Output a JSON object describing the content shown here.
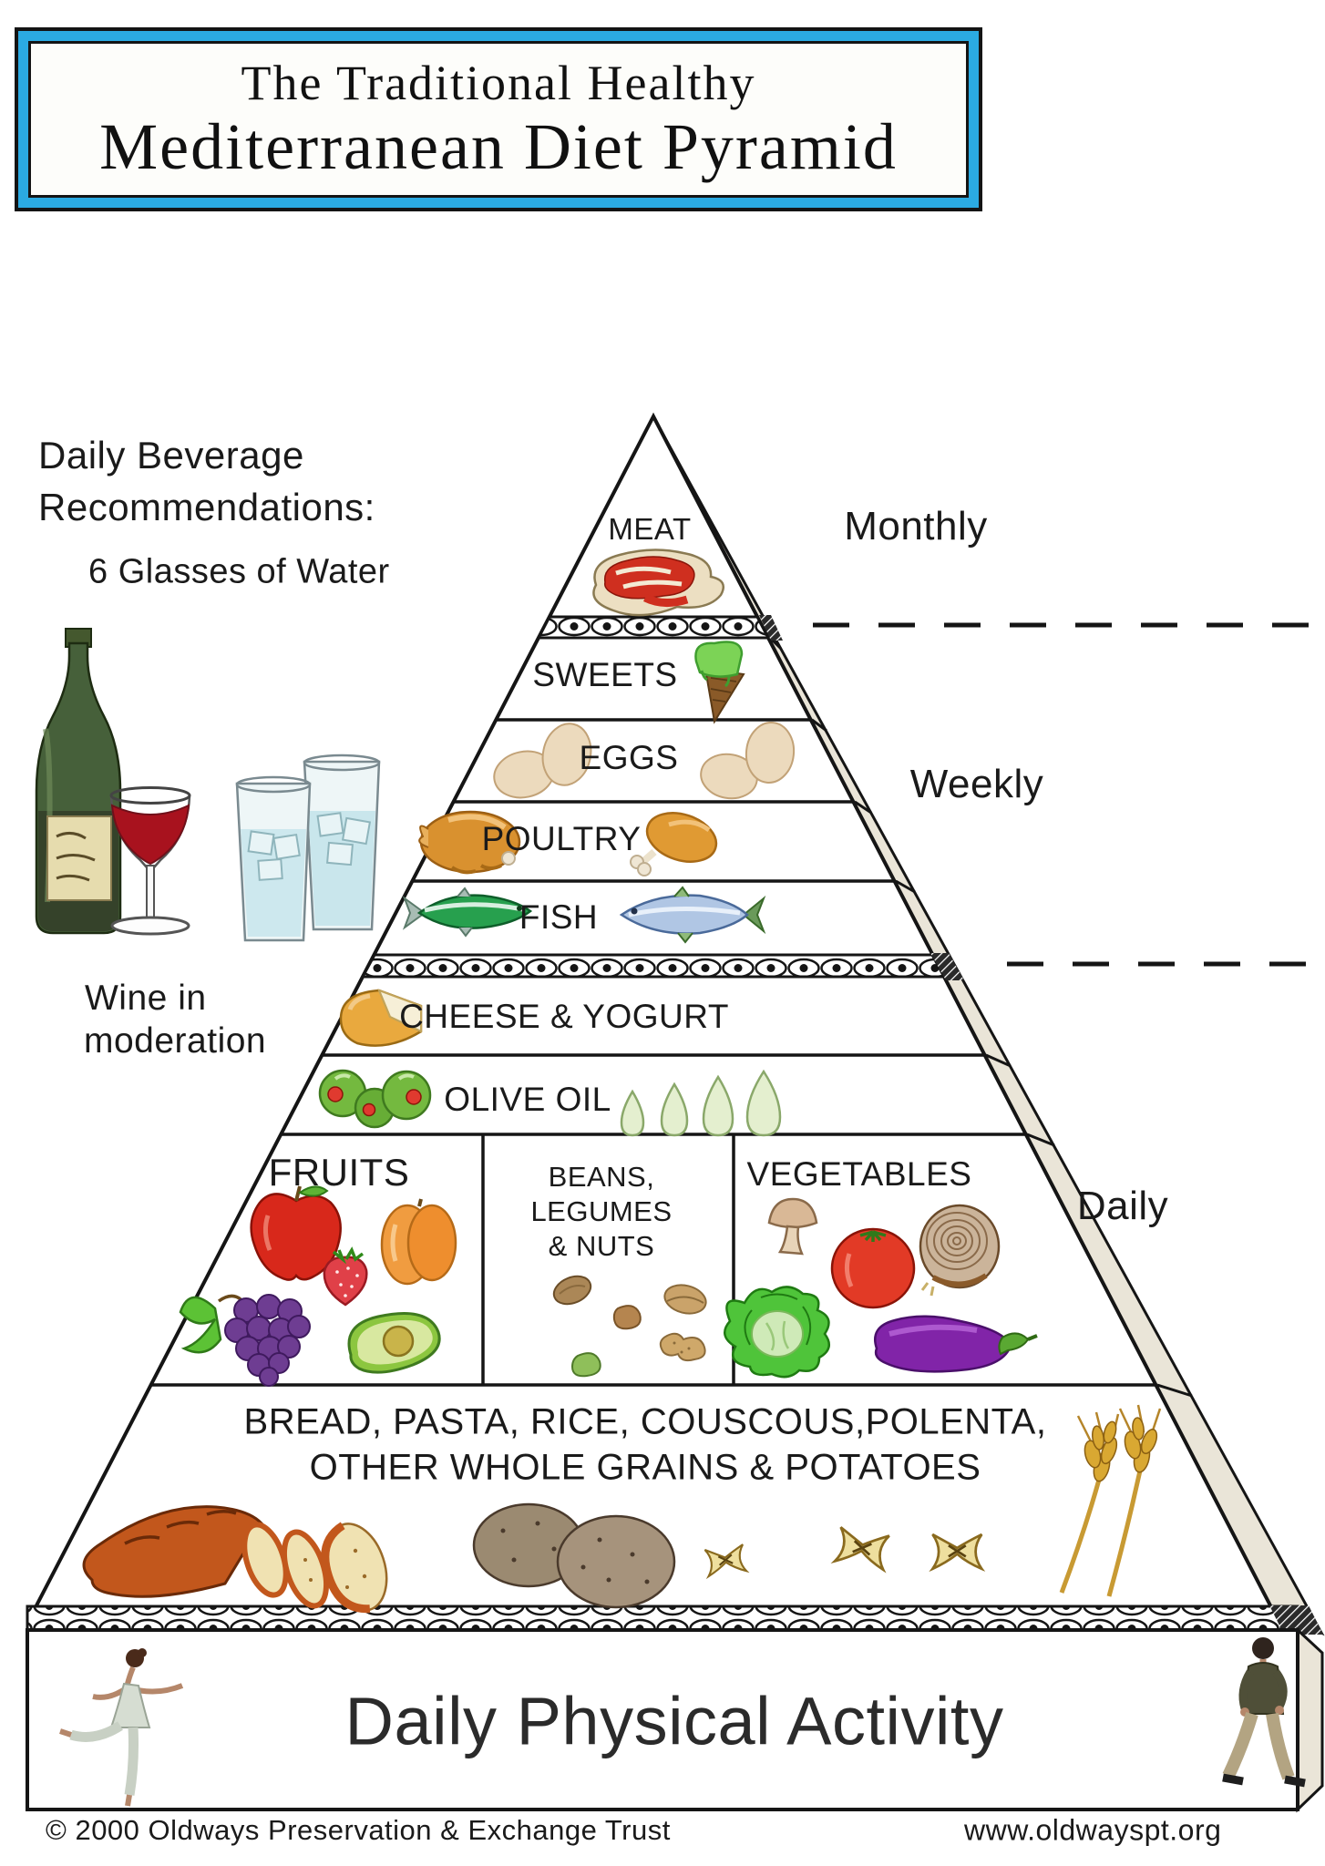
{
  "title": {
    "line1": "The Traditional Healthy",
    "line2": "Mediterranean Diet Pyramid"
  },
  "beverages": {
    "heading_line1": "Daily Beverage",
    "heading_line2": "Recommendations:",
    "water": "6 Glasses of Water",
    "wine_line1": "Wine in",
    "wine_line2": "moderation"
  },
  "frequency": {
    "monthly": "Monthly",
    "weekly": "Weekly",
    "daily": "Daily"
  },
  "pyramid": {
    "meat": "MEAT",
    "sweets": "SWEETS",
    "eggs": "EGGS",
    "poultry": "POULTRY",
    "fish": "FISH",
    "cheese_yogurt": "CHEESE & YOGURT",
    "olive_oil": "OLIVE OIL",
    "fruits": "FRUITS",
    "beans_line1": "BEANS,",
    "beans_line2": "LEGUMES",
    "beans_line3": "& NUTS",
    "vegetables": "VEGETABLES",
    "grains_line1": "BREAD, PASTA, RICE, COUSCOUS,POLENTA,",
    "grains_line2": "OTHER WHOLE GRAINS & POTATOES"
  },
  "activity": {
    "label": "Daily Physical Activity"
  },
  "footer": {
    "copyright": "© 2000 Oldways Preservation & Exchange Trust",
    "website": "www.oldwayspt.org"
  },
  "colors": {
    "title_border_blue": "#2baae2",
    "pyramid_bevel_cream": "#eae5d8",
    "outline_black": "#151515"
  },
  "icons": [
    "wine-bottle-icon",
    "wine-glass-icon",
    "water-glasses-icon",
    "steak-icon",
    "ice-cream-cone-icon",
    "eggs-icon",
    "roast-turkey-icon",
    "drumstick-icon",
    "green-fish-icon",
    "blue-fish-icon",
    "cheese-wheel-icon",
    "olives-icon",
    "oil-drops-icon",
    "apple-icon",
    "strawberry-icon",
    "apricot-icon",
    "grapes-icon",
    "avocado-icon",
    "nuts-icon",
    "mushroom-icon",
    "tomato-icon",
    "onion-icon",
    "cabbage-icon",
    "eggplant-icon",
    "bread-loaf-icon",
    "potatoes-icon",
    "farfalle-pasta-icon",
    "wheat-icon",
    "ballet-dancer-icon",
    "walking-man-icon",
    "chain-border-ornament"
  ]
}
